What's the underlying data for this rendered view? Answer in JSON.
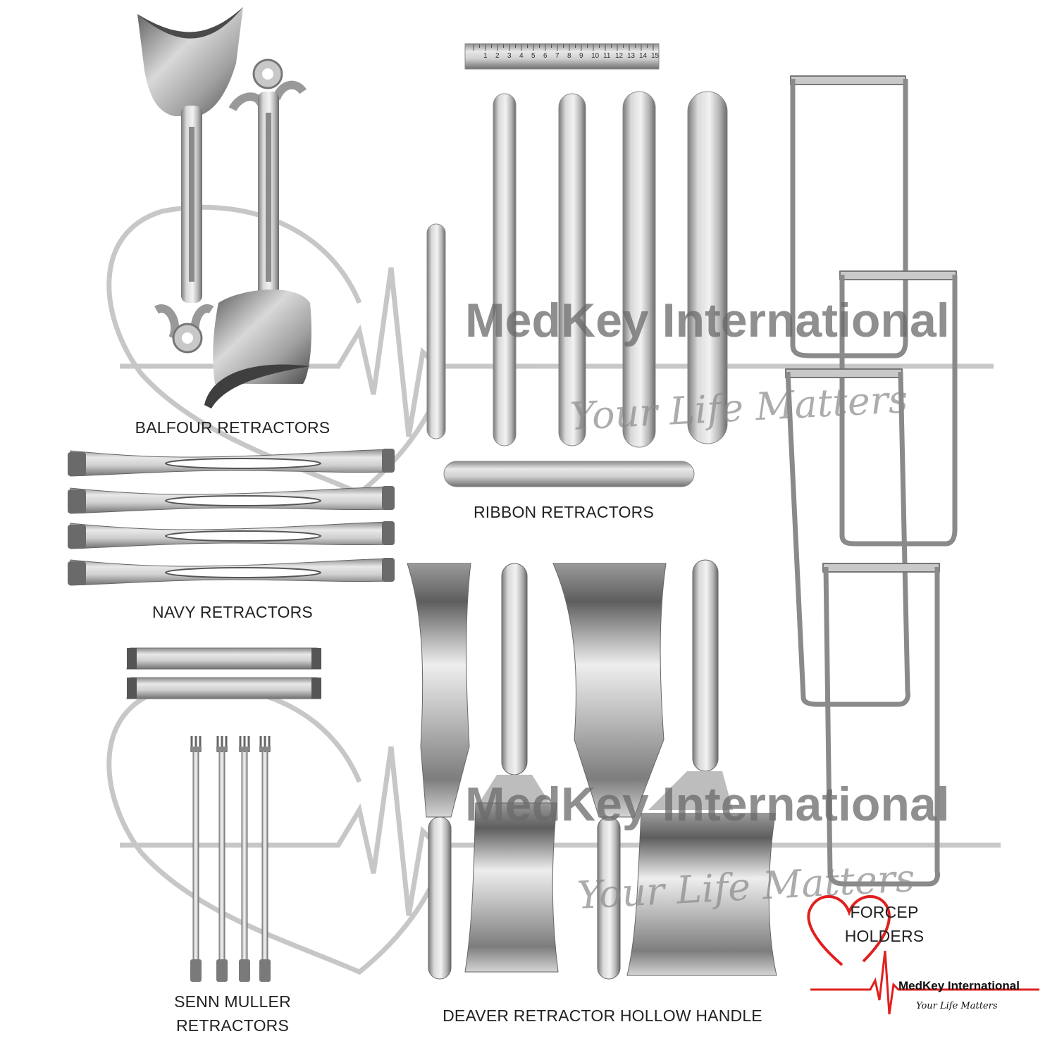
{
  "labels": {
    "balfour": "BALFOUR RETRACTORS",
    "ribbon": "RIBBON RETRACTORS",
    "navy": "NAVY RETRACTORS",
    "senn_line1": "SENN MULLER",
    "senn_line2": "RETRACTORS",
    "deaver": "DEAVER RETRACTOR HOLLOW HANDLE",
    "forcep_line1": "FORCEP",
    "forcep_line2": "HOLDERS"
  },
  "watermark": {
    "brand": "MedKey International",
    "tagline": "Your Life Matters"
  },
  "logo": {
    "brand": "MedKey International",
    "tagline": "Your Life Matters",
    "accent_color": "#e0201e"
  },
  "ruler": {
    "unit": "cm",
    "numbers": [
      "1",
      "2",
      "3",
      "4",
      "5",
      "6",
      "7",
      "8",
      "9",
      "10",
      "11",
      "12",
      "13",
      "14",
      "15"
    ]
  },
  "colors": {
    "background": "#ffffff",
    "steel_light": "#e4e4e4",
    "steel_mid": "#b8b8b8",
    "steel_dark": "#6f6f6f",
    "label_text": "#222222"
  }
}
